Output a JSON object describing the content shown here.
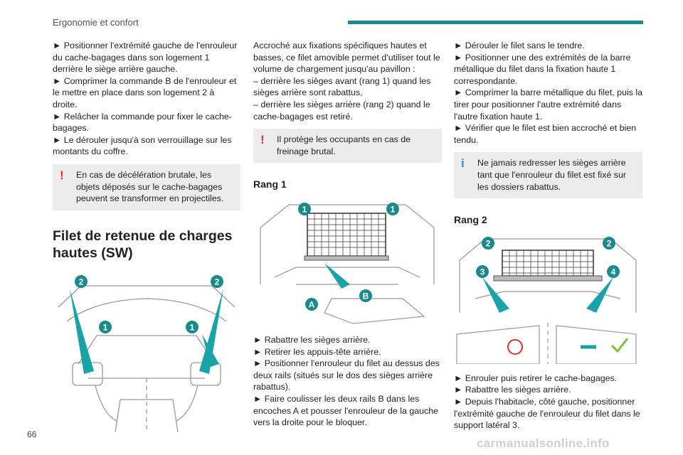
{
  "header": {
    "section_title": "Ergonomie et confort"
  },
  "page_number": "66",
  "watermark": "carmanualsonline.info",
  "col1": {
    "p1": "► Positionner l'extrémité gauche de l'enrouleur du cache-bagages dans son logement 1 derrière le siège arrière gauche.",
    "p2": "► Comprimer la commande B de l'enrouleur et le mettre en place dans son logement 2 à droite.",
    "p3": "► Relâcher la commande pour fixer le cache-bagages.",
    "p4": "► Le dérouler jusqu'à son verrouillage sur les montants du coffre.",
    "warning": "En cas de décélération brutale, les objets déposés sur le cache-bagages peuvent se transformer en projectiles.",
    "heading": "Filet de retenue de charges hautes (SW)",
    "callouts": [
      "2",
      "2",
      "1",
      "1"
    ]
  },
  "col2": {
    "p1": "Accroché aux fixations spécifiques hautes et basses, ce filet amovible permet d'utiliser tout le volume de chargement jusqu'au pavillon :",
    "p2": "– derrière les sièges avant (rang 1) quand les sièges arrière sont rabattus,",
    "p3": "– derrière les sièges arrière (rang 2) quand le cache-bagages est retiré.",
    "warning": "Il protège les occupants en cas de freinage brutal.",
    "subheading": "Rang 1",
    "callouts": [
      "1",
      "1",
      "A",
      "B"
    ],
    "p4": "► Rabattre les sièges arrière.",
    "p5": "► Retirer les appuis-tête arrière.",
    "p6": "► Positionner l'enrouleur du filet au dessus des deux rails (situés sur le dos des sièges arrière rabattus).",
    "p7": "► Faire coulisser les deux rails B dans les encoches A et pousser l'enrouleur de la gauche vers la droite pour le bloquer."
  },
  "col3": {
    "p1": "► Dérouler le filet sans le tendre.",
    "p2": "► Positionner une des extrémités de la barre métallique du filet dans la fixation haute 1 correspondante.",
    "p3": "► Comprimer la barre métallique du filet, puis la tirer pour positionner l'autre extrémité dans l'autre fixation haute 1.",
    "p4": "► Vérifier que le filet est bien accroché et bien tendu.",
    "info": "Ne jamais redresser les sièges arrière tant que l'enrouleur du filet est fixé sur les dossiers rabattus.",
    "subheading": "Rang 2",
    "callouts": [
      "2",
      "2",
      "3",
      "4"
    ],
    "p5": "► Enrouler puis retirer le cache-bagages.",
    "p6": "► Rabattre les sièges arrière.",
    "p7": "► Depuis l'habitacle, côté gauche, positionner l'extrémité gauche de l'enrouleur du filet dans le support latéral 3."
  },
  "colors": {
    "accent": "#1a8a8c",
    "warning": "#e3312d",
    "info": "#2a8fd6",
    "note_bg": "#ececec"
  }
}
